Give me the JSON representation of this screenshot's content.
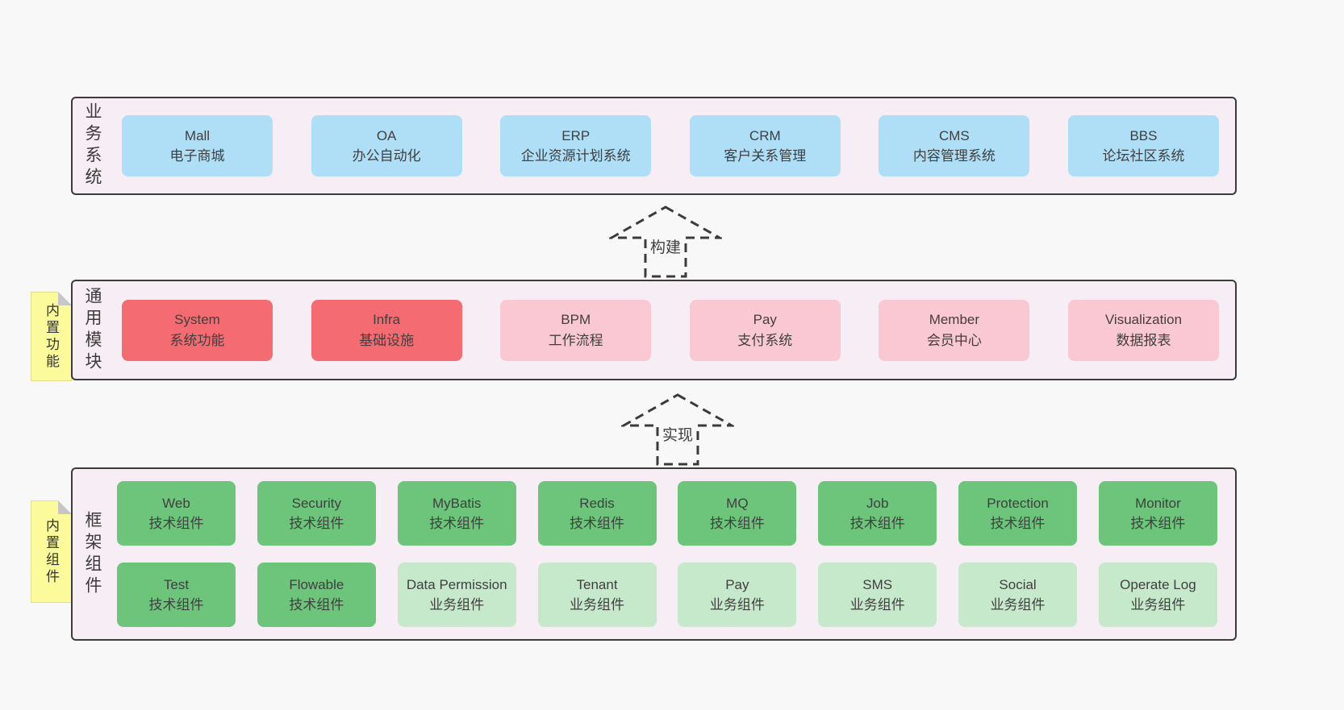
{
  "colors": {
    "page_bg": "#f8f8f8",
    "band_bg": "#f7edf4",
    "band_border": "#3b3b3b",
    "blue_box": "#aedff7",
    "red_box": "#f56b72",
    "pink_box": "#fac8d2",
    "green_dark_box": "#6cc57a",
    "green_light_box": "#c6e9cb",
    "note_bg": "#fbfb9b",
    "note_fold": "#c6c6c6",
    "text": "#3f3f3f"
  },
  "band1": {
    "label": "业务系统",
    "boxes": [
      {
        "name": "Mall",
        "desc": "电子商城"
      },
      {
        "name": "OA",
        "desc": "办公自动化"
      },
      {
        "name": "ERP",
        "desc": "企业资源计划系统"
      },
      {
        "name": "CRM",
        "desc": "客户关系管理"
      },
      {
        "name": "CMS",
        "desc": "内容管理系统"
      },
      {
        "name": "BBS",
        "desc": "论坛社区系统"
      }
    ]
  },
  "arrow1": {
    "label": "构建"
  },
  "band2": {
    "label": "通用模块",
    "note": "内置功能",
    "boxes": [
      {
        "name": "System",
        "desc": "系统功能"
      },
      {
        "name": "Infra",
        "desc": "基础设施"
      },
      {
        "name": "BPM",
        "desc": "工作流程"
      },
      {
        "name": "Pay",
        "desc": "支付系统"
      },
      {
        "name": "Member",
        "desc": "会员中心"
      },
      {
        "name": "Visualization",
        "desc": "数据报表"
      }
    ]
  },
  "arrow2": {
    "label": "实现"
  },
  "band3": {
    "label": "框架组件",
    "note": "内置组件",
    "row1": [
      {
        "name": "Web",
        "desc": "技术组件"
      },
      {
        "name": "Security",
        "desc": "技术组件"
      },
      {
        "name": "MyBatis",
        "desc": "技术组件"
      },
      {
        "name": "Redis",
        "desc": "技术组件"
      },
      {
        "name": "MQ",
        "desc": "技术组件"
      },
      {
        "name": "Job",
        "desc": "技术组件"
      },
      {
        "name": "Protection",
        "desc": "技术组件"
      },
      {
        "name": "Monitor",
        "desc": "技术组件"
      }
    ],
    "row2": [
      {
        "name": "Test",
        "desc": "技术组件"
      },
      {
        "name": "Flowable",
        "desc": "技术组件"
      },
      {
        "name": "Data Permission",
        "desc": "业务组件"
      },
      {
        "name": "Tenant",
        "desc": "业务组件"
      },
      {
        "name": "Pay",
        "desc": "业务组件"
      },
      {
        "name": "SMS",
        "desc": "业务组件"
      },
      {
        "name": "Social",
        "desc": "业务组件"
      },
      {
        "name": "Operate Log",
        "desc": "业务组件"
      }
    ]
  }
}
